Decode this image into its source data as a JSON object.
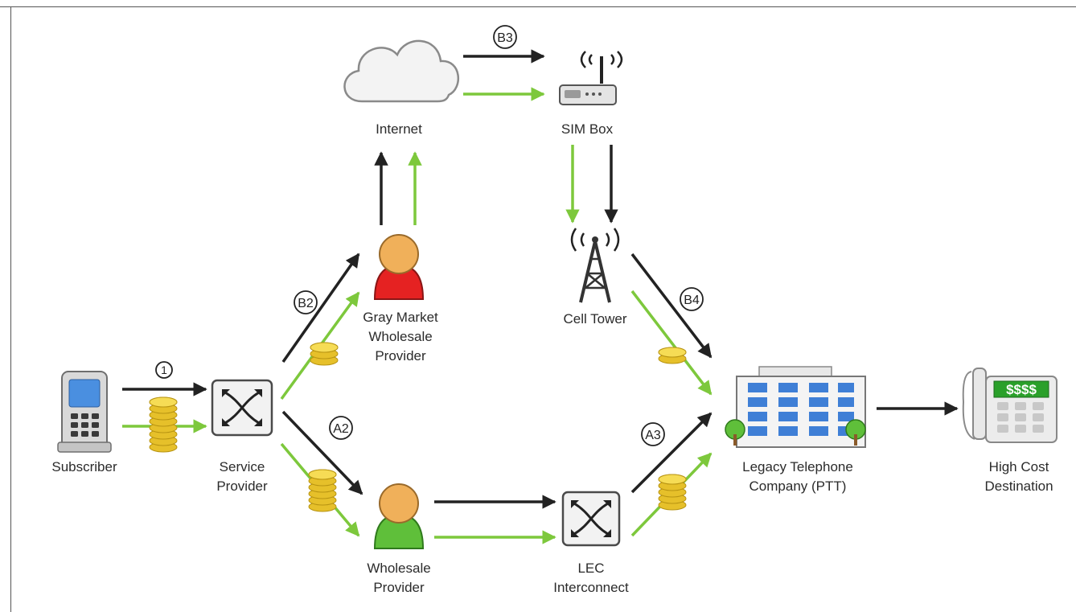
{
  "labels": {
    "subscriber": "Subscriber",
    "service_provider_1": "Service",
    "service_provider_2": "Provider",
    "gray_market_1": "Gray Market",
    "gray_market_2": "Wholesale",
    "gray_market_3": "Provider",
    "internet": "Internet",
    "sim_box": "SIM Box",
    "cell_tower": "Cell Tower",
    "wholesale_1": "Wholesale",
    "wholesale_2": "Provider",
    "lec_1": "LEC",
    "lec_2": "Interconnect",
    "legacy_1": "Legacy Telephone",
    "legacy_2": "Company (PTT)",
    "high_cost_1": "High Cost",
    "high_cost_2": "Destination",
    "dollar_display": "$$$$"
  },
  "step_markers": {
    "step1": "1",
    "a2": "A2",
    "a3": "A3",
    "b2": "B2",
    "b3": "B3",
    "b4": "B4"
  },
  "colors": {
    "call_path": "#222222",
    "money_path": "#7dc83c",
    "coin": "#f2d23a",
    "gray_market_person": "#e52222",
    "wholesale_person": "#5fbf3a",
    "person_head": "#f0b05a",
    "phone_screen": "#4a8fe0",
    "building_window": "#3f7fd6"
  }
}
